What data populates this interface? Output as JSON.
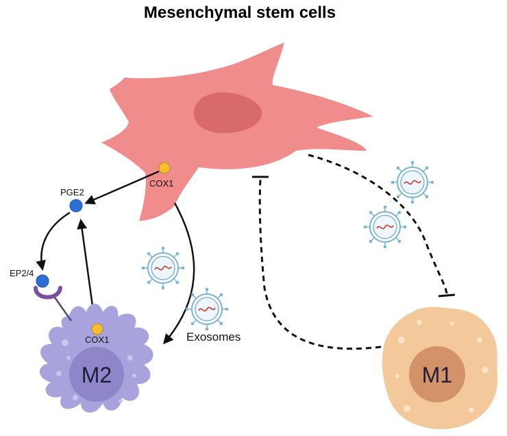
{
  "title": "Mesenchymal stem cells",
  "labels": {
    "cox1_msc": "COX1",
    "pge2": "PGE2",
    "ep24": "EP2/4",
    "cox1_m2": "COX1",
    "exosomes": "Exosomes",
    "m2": "M2",
    "m1": "M1"
  },
  "colors": {
    "msc_body": "#f08c8c",
    "msc_nucleus": "#d86a6c",
    "m2_body": "#a9a3dd",
    "m2_nucleus": "#8f86c9",
    "m1_body": "#f3c89a",
    "m1_nucleus": "#d49268",
    "pge2": "#2d6fd6",
    "cox1": "#f6bd2f",
    "receptor": "#7b4fa0",
    "exosome": "#7ab4d6"
  },
  "icons": [
    "exosome-icon",
    "pge2-molecule-icon",
    "cox1-enzyme-icon",
    "ep24-receptor-icon"
  ]
}
